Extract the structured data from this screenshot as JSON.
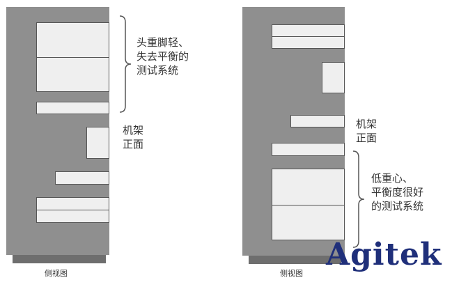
{
  "left_rack": {
    "caption": "侧视图",
    "label": {
      "line1": "机架",
      "line2": "正面"
    },
    "brace_label": {
      "line1": "头重脚轻、",
      "line2": "失去平衡的",
      "line3": "测试系统"
    }
  },
  "right_rack": {
    "caption": "侧视图",
    "label": {
      "line1": "机架",
      "line2": "正面"
    },
    "brace_label": {
      "line1": "低重心、",
      "line2": "平衡度很好",
      "line3": "的测试系统"
    }
  },
  "logo": {
    "text": "Agitek"
  },
  "colors": {
    "rack": "#8f8f8f",
    "rack_base": "#6e6e6e",
    "equipment": "#efefef",
    "logo": "#1f2f7a"
  }
}
